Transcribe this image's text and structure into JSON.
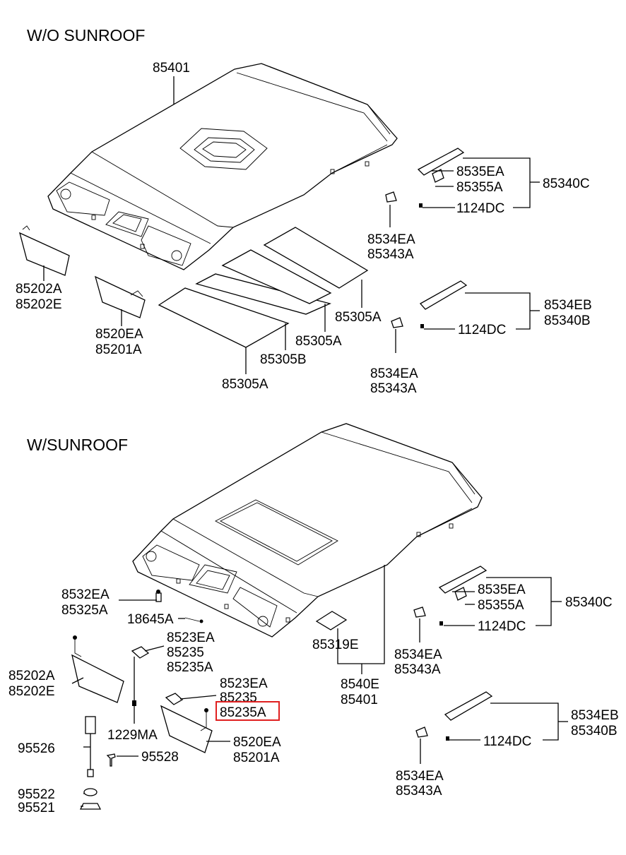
{
  "sections": {
    "top": "W/O SUNROOF",
    "bottom": "W/SUNROOF"
  },
  "labels": {
    "t_85401": "85401",
    "t_8535EA": "8535EA",
    "t_85355A": "85355A",
    "t_85340C": "85340C",
    "t_1124DC_a": "1124DC",
    "t_8534EA_a": "8534EA",
    "t_85343A_a": "85343A",
    "t_85202A": "85202A",
    "t_85202E": "85202E",
    "t_8520EA": "8520EA",
    "t_85201A": "85201A",
    "t_85305A_a": "85305A",
    "t_85305A_b": "85305A",
    "t_85305B": "85305B",
    "t_85305A_c": "85305A",
    "t_8534EB": "8534EB",
    "t_85340B": "85340B",
    "t_1124DC_b": "1124DC",
    "t_8534EA_b": "8534EA",
    "t_85343A_b": "85343A",
    "b_8532EA": "8532EA",
    "b_85325A": "85325A",
    "b_18645A": "18645A",
    "b_8523EA_a": "8523EA",
    "b_85235_a": "85235",
    "b_85235A_a": "85235A",
    "b_85202A": "85202A",
    "b_85202E": "85202E",
    "b_8523EA_b": "8523EA",
    "b_85235_b": "85235",
    "b_85235A_b": "85235A",
    "b_1229MA": "1229MA",
    "b_95526": "95526",
    "b_95528": "95528",
    "b_8520EA": "8520EA",
    "b_85201A": "85201A",
    "b_95522": "95522",
    "b_95521": "95521",
    "b_85319E": "85319E",
    "b_8540E": "8540E",
    "b_85401": "85401",
    "b_8535EA": "8535EA",
    "b_85355A": "85355A",
    "b_85340C": "85340C",
    "b_1124DC_a": "1124DC",
    "b_8534EA_a": "8534EA",
    "b_85343A_a": "85343A",
    "b_8534EB": "8534EB",
    "b_85340B": "85340B",
    "b_1124DC_b": "1124DC",
    "b_8534EA_b": "8534EA",
    "b_85343A_b": "85343A"
  },
  "highlight": {
    "part": "85235A",
    "color": "#e02020"
  }
}
